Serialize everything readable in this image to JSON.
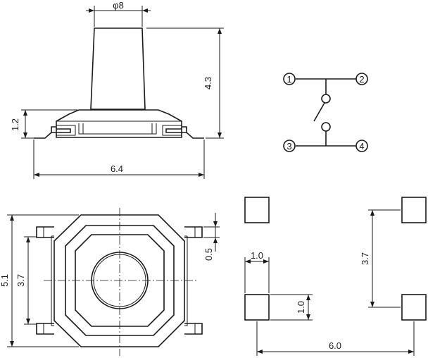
{
  "side_view": {
    "diameter_label": "φ8",
    "height_label": "4.3",
    "body_height_label": "1.2",
    "width_label": "6.4"
  },
  "schematic": {
    "pins": [
      "1",
      "2",
      "3",
      "4"
    ]
  },
  "top_view": {
    "height_label": "5.1",
    "pin_pitch_label": "3.7",
    "pin_width_label": "0.5"
  },
  "footprint": {
    "pad_width_label": "1.0",
    "pad_height_label": "1.0",
    "pad_pitch_label": "3.7",
    "span_label": "6.0"
  }
}
